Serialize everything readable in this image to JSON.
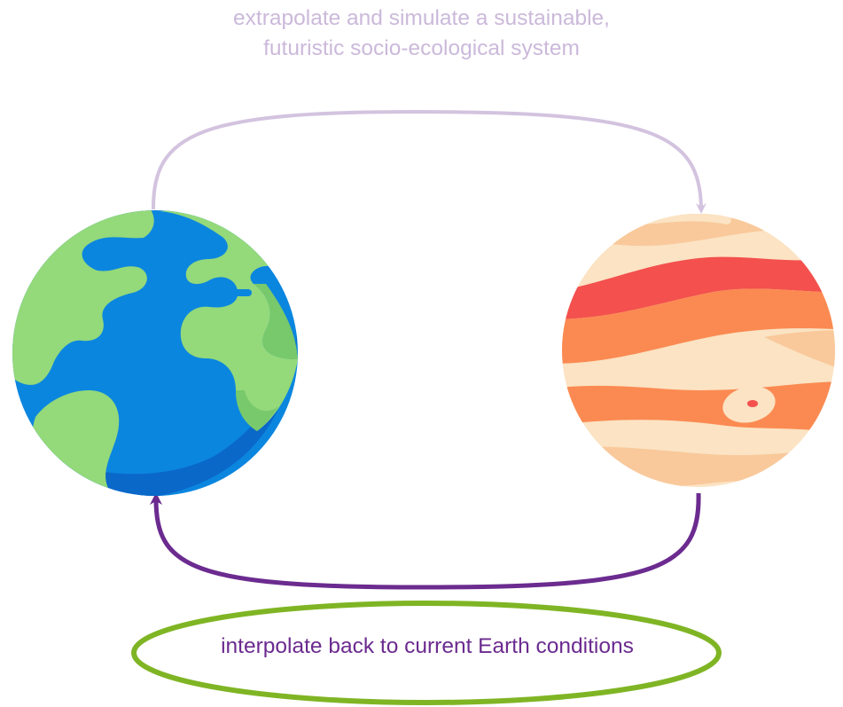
{
  "top_label": {
    "line1": "extrapolate and simulate a sustainable,",
    "line2": "futuristic socio-ecological system",
    "color": "#cbb9da"
  },
  "bottom_label": {
    "text": "interpolate back to current Earth conditions",
    "color": "#6b2b8f"
  },
  "colors": {
    "top_arrow": "#d3c3df",
    "bottom_arrow": "#6b2b8f",
    "ellipse_stroke": "#7fb524",
    "earth_ocean": "#0b86df",
    "earth_ocean_dark": "#0a68c9",
    "earth_land": "#94d97a",
    "earth_land_shade": "#78c96b",
    "planet_cream": "#fbe3c3",
    "planet_peach": "#f9c99b",
    "planet_orange": "#fb8a52",
    "planet_red": "#f3504e"
  },
  "icons": {
    "left": "earth-globe-icon",
    "right": "jupiter-planet-icon"
  }
}
